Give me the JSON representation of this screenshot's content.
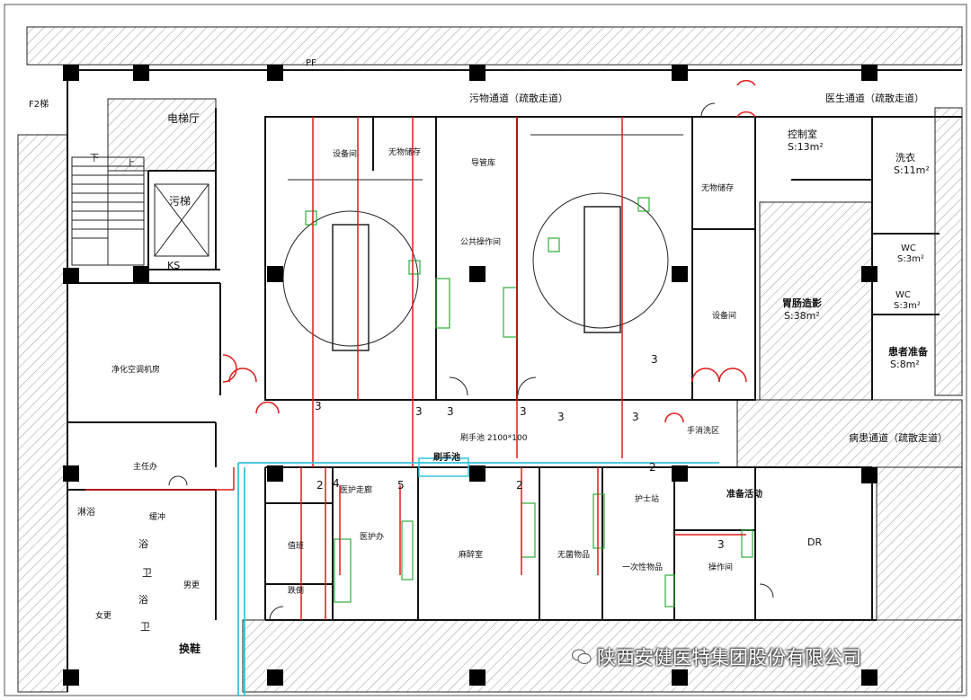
{
  "labels": {
    "dirty_corridor": "污物通道（疏散走道）",
    "doctor_corridor": "医生通道（疏散走道）",
    "patient_corridor": "病患通道（疏散走道）",
    "elevator_hall": "电梯厅",
    "stair_f2": "F2梯",
    "stair_down": "下",
    "stair_up": "上",
    "dirty_elevator": "污梯",
    "ks": "KS",
    "pf": "PF",
    "equipment_room_1": "设备间",
    "sterile_storage_1": "无物储存",
    "catheter_room": "导管库",
    "public_operation": "公共操作间",
    "sterile_storage_2": "无物储存",
    "equipment_room_2": "设备间",
    "control_room": "控制室",
    "control_room_area": "S:13m²",
    "washroom": "洗衣",
    "washroom_area": "S:11m²",
    "wc1": "WC",
    "wc1_area": "S:3m²",
    "wc2": "WC",
    "wc2_area": "S:3m²",
    "gastro_room": "胃肠造影",
    "gastro_area": "S:38m²",
    "patient_prep": "患者准备",
    "patient_prep_area": "S:8m²",
    "hvac_room": "净化空调机房",
    "director_office": "主任办",
    "scrub_sink": "刷手池",
    "scrub_sink_spec": "刷手池 2100*100",
    "hand_wash_area": "手消洗区",
    "protection_corridor": "医护走廊",
    "medical_office": "医护办",
    "duty_room": "值班",
    "fall": "跌倒",
    "anesthesia_room": "麻醉室",
    "sterile_goods": "无菌物品",
    "disposable_goods": "一次性物品",
    "nurse_station": "护士站",
    "operation_room": "操作间",
    "dr": "DR",
    "changing_shoes": "换鞋",
    "female_change": "女更",
    "male_change": "男更",
    "buffer": "缓冲",
    "shower": "淋浴",
    "bath1": "浴",
    "bath2": "浴",
    "wc_a": "卫",
    "wc_b": "卫",
    "patient_prep_short": "准备活动",
    "num_3a": "3",
    "num_3b": "3",
    "num_3c": "3",
    "num_3d": "3",
    "num_3e": "3",
    "num_3f": "3",
    "num_3g": "3",
    "num_3h": "3",
    "num_2a": "2",
    "num_2b": "2",
    "num_2c": "2",
    "num_4": "4",
    "num_5": "5"
  },
  "watermark": {
    "text": "陕西安健医特集团股份有限公司"
  },
  "colors": {
    "wall": "#111111",
    "column": "#000000",
    "hatch": "#999999",
    "red_line": "#e11a1a",
    "cyan_line": "#33c3dd",
    "green_equip": "#2eae3a"
  }
}
